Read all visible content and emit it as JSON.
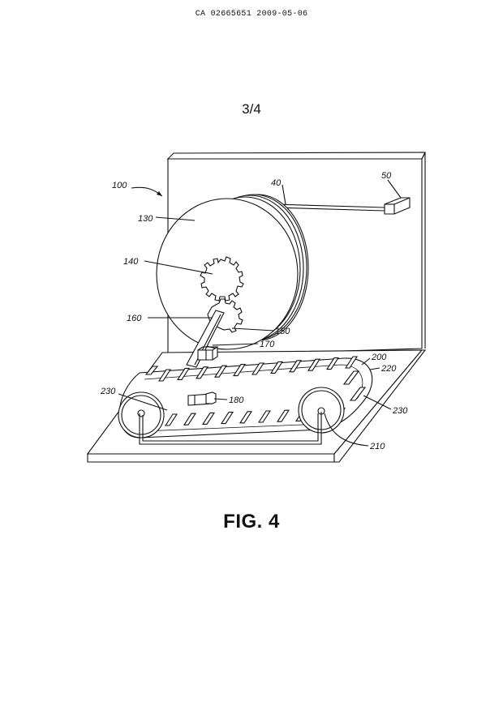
{
  "header": {
    "doc_id": "CA 02665651 2009-05-06"
  },
  "sheet": {
    "label": "3/4"
  },
  "figure": {
    "title": "FIG. 4",
    "refs": {
      "r100": "100",
      "r40": "40",
      "r50": "50",
      "r130": "130",
      "r140": "140",
      "r160": "160",
      "r150": "150",
      "r170": "170",
      "r200": "200",
      "r220": "220",
      "r230a": "230",
      "r180": "180",
      "r230b": "230",
      "r210": "210"
    }
  }
}
